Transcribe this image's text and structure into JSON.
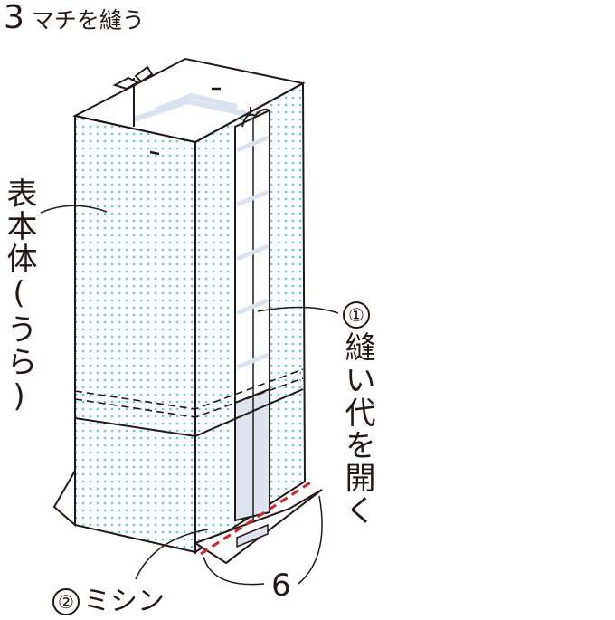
{
  "step": {
    "number": "3",
    "title": "マチを縫う"
  },
  "labels": {
    "body_outer": "表本体(うら)",
    "open_seam_num": "①",
    "open_seam": "縫い代を開く",
    "sew_num": "②",
    "sew": "ミシン",
    "measure": "6"
  },
  "colors": {
    "ink": "#231815",
    "dots": "#55c8ea",
    "seam_panel": "#dde4ee",
    "stitch_red": "#d2232a",
    "lining_stripe": "#d9e2ef"
  }
}
